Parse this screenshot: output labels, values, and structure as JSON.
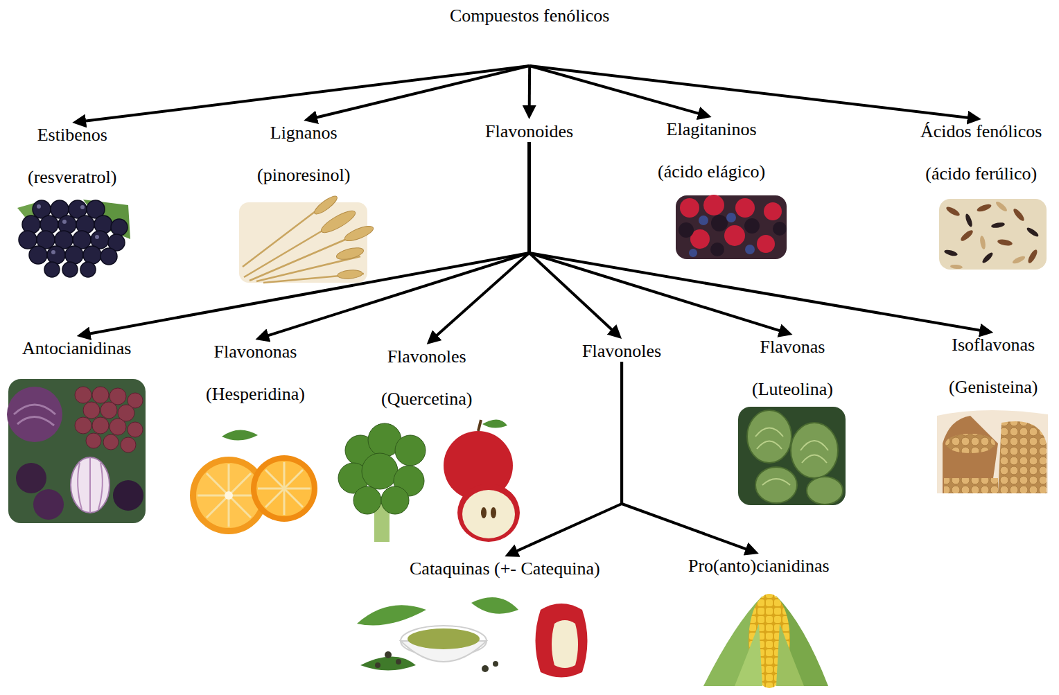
{
  "diagram": {
    "nodes": [
      {
        "text": [
          "Compuestos fenólicos"
        ]
      },
      {
        "text": [
          "Estibenos",
          "(resveratrol)"
        ]
      },
      {
        "text": [
          "Lignanos",
          "(pinoresinol)"
        ]
      },
      {
        "text": [
          "Flavonoides"
        ]
      },
      {
        "text": [
          "Elagitaninos",
          "(ácido elágico)"
        ]
      },
      {
        "text": [
          "Ácidos fenólicos",
          "(ácido ferúlico)"
        ]
      },
      {
        "text": [
          "Antocianidinas"
        ]
      },
      {
        "text": [
          "Flavononas",
          "(Hesperidina)"
        ]
      },
      {
        "text": [
          "Flavonoles",
          "(Quercetina)"
        ]
      },
      {
        "text": [
          "Flavonoles"
        ]
      },
      {
        "text": [
          "Flavonas",
          "(Luteolina)"
        ]
      },
      {
        "text": [
          "Isoflavonas",
          "(Genisteina)"
        ]
      },
      {
        "text": [
          "Cataquinas (+- Catequina)"
        ]
      },
      {
        "text": [
          "Pro(anto)cianidinas"
        ]
      }
    ],
    "edges": [
      {
        "from": 0,
        "to": 1,
        "arrow": "to"
      },
      {
        "from": 0,
        "to": 2,
        "arrow": "to"
      },
      {
        "from": 0,
        "to": 3,
        "arrow": "to"
      },
      {
        "from": 0,
        "to": 4,
        "arrow": "to"
      },
      {
        "from": 0,
        "to": 5,
        "arrow": "to"
      },
      {
        "from": 3,
        "to": 6,
        "arrow": "to"
      },
      {
        "from": 3,
        "to": 7,
        "arrow": "to"
      },
      {
        "from": 3,
        "to": 8,
        "arrow": "to"
      },
      {
        "from": 3,
        "to": 9,
        "arrow": "to"
      },
      {
        "from": 3,
        "to": 10,
        "arrow": "to"
      },
      {
        "from": 3,
        "to": 11,
        "arrow": "to"
      },
      {
        "from": 9,
        "to": 12,
        "arrow": "to"
      },
      {
        "from": 9,
        "to": 13,
        "arrow": "to"
      }
    ]
  }
}
